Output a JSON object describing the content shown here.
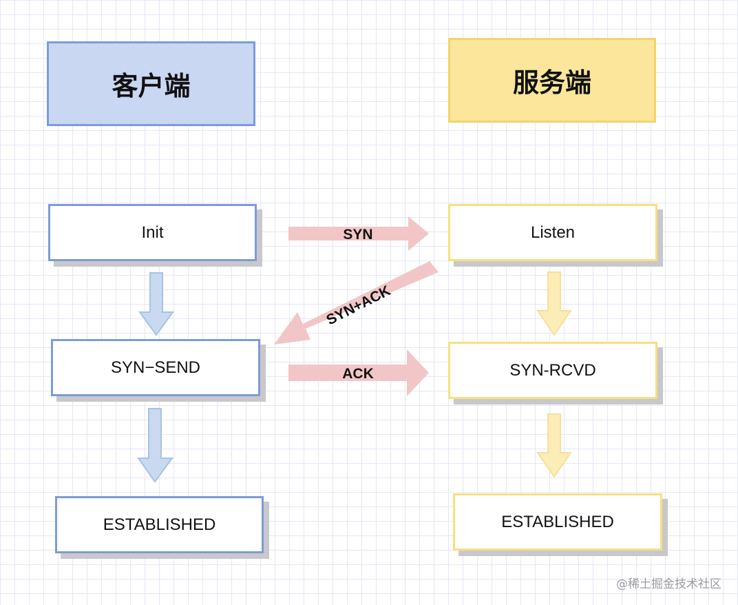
{
  "client": {
    "header": "客户端",
    "states": [
      "Init",
      "SYN−SEND",
      "ESTABLISHED"
    ]
  },
  "server": {
    "header": "服务端",
    "states": [
      "Listen",
      "SYN-RCVD",
      "ESTABLISHED"
    ]
  },
  "messages": {
    "syn": "SYN",
    "syn_ack": "SYN+ACK",
    "ack": "ACK"
  },
  "watermark": "@稀土掘金技术社区",
  "colors": {
    "client_accent": "#7b9bd8",
    "client_header_fill": "#c9d7f3",
    "server_accent": "#f4d469",
    "server_header_fill": "#fbe69c",
    "message_arrow": "#f2c6c6"
  }
}
